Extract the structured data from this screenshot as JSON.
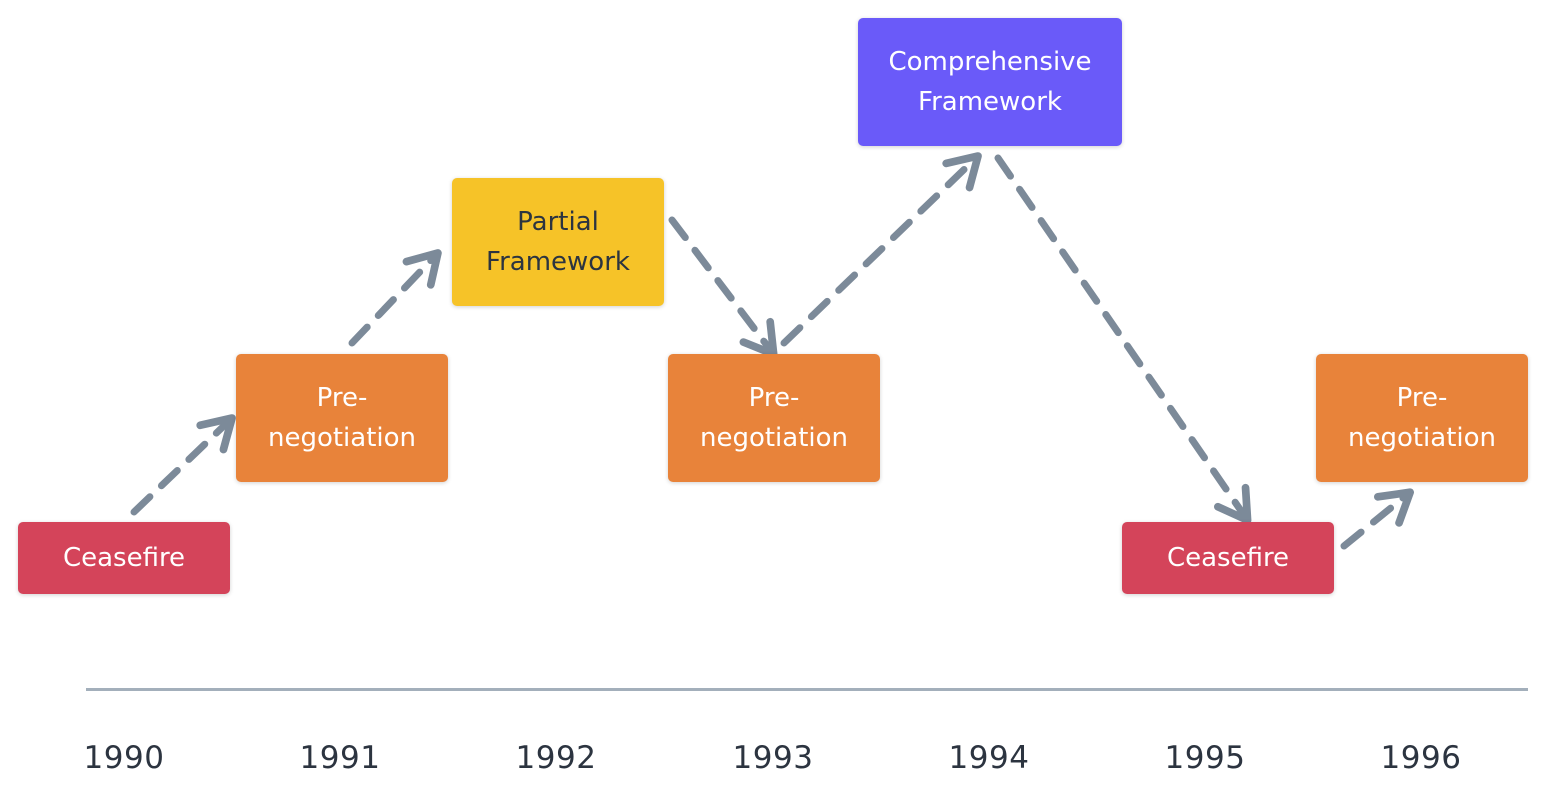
{
  "stages": [
    {
      "id": "s1",
      "label": "Ceasefire",
      "kind": "ceasefire"
    },
    {
      "id": "s2",
      "label": "Pre-negotiation",
      "lines": [
        "Pre-",
        "negotiation"
      ],
      "kind": "pre"
    },
    {
      "id": "s3",
      "label": "Partial Framework",
      "lines": [
        "Partial",
        "Framework"
      ],
      "kind": "partial"
    },
    {
      "id": "s4",
      "label": "Pre-negotiation",
      "lines": [
        "Pre-",
        "negotiation"
      ],
      "kind": "pre"
    },
    {
      "id": "s5",
      "label": "Comprehensive Framework",
      "lines": [
        "Comprehensive",
        "Framework"
      ],
      "kind": "comprehensive"
    },
    {
      "id": "s6",
      "label": "Ceasefire",
      "kind": "ceasefire"
    },
    {
      "id": "s7",
      "label": "Pre-negotiation",
      "lines": [
        "Pre-",
        "negotiation"
      ],
      "kind": "pre"
    }
  ],
  "transitions": [
    {
      "from": "s1",
      "to": "s2"
    },
    {
      "from": "s2",
      "to": "s3"
    },
    {
      "from": "s3",
      "to": "s4"
    },
    {
      "from": "s4",
      "to": "s5"
    },
    {
      "from": "s5",
      "to": "s6"
    },
    {
      "from": "s6",
      "to": "s7"
    }
  ],
  "years": [
    "1990",
    "1991",
    "1992",
    "1993",
    "1994",
    "1995",
    "1996"
  ],
  "colors": {
    "ceasefire": "#d4445a",
    "pre": "#e8833a",
    "partial": "#f6c328",
    "comprehensive": "#6a5af9",
    "arrow": "#7c8a99",
    "axis": "#a3afbb",
    "year_text": "#2c3440"
  }
}
